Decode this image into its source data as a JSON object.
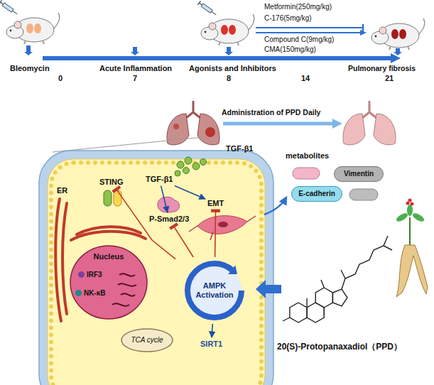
{
  "diagram": {
    "nodes": [
      {
        "text": [
          "Nucleus"
        ]
      },
      {
        "text": [
          "IRF3"
        ],
        "in": 0
      },
      {
        "text": [
          "NK-κB"
        ],
        "in": 0
      },
      {
        "text": [
          "TCA cycle"
        ]
      },
      {
        "text": [
          "AMPK Activation"
        ]
      },
      {
        "text": [
          "SIRT1"
        ]
      },
      {
        "text": [
          "STING"
        ]
      },
      {
        "text": [
          "P-Smad2/3"
        ]
      },
      {
        "text": [
          "EMT"
        ]
      },
      {
        "text": [
          "TGF-β1"
        ]
      },
      {
        "text": [
          "Vimentin"
        ]
      },
      {
        "text": [
          "E-cadherin"
        ]
      }
    ],
    "edges": [
      {
        "from": 9,
        "to": 7,
        "arrow": "to"
      },
      {
        "from": 9,
        "to": 8,
        "arrow": "to"
      },
      {
        "from": 4,
        "to": 5,
        "arrow": "to"
      },
      {
        "from": 4,
        "to": 6,
        "arrow": "to"
      },
      {
        "from": 4,
        "to": 7,
        "arrow": "to"
      },
      {
        "from": 4,
        "to": 8,
        "arrow": "to"
      }
    ],
    "labels": [
      "Metformin(250mg/kg)",
      "C-176(5mg/kg)",
      "Compound C(9mg/kg)",
      "CMA(150mg/kg)",
      "Bleomycin",
      "Acute Inflammation",
      "Agonists and Inhibitors",
      "Pulmonary fibrosis",
      "0",
      "7",
      "8",
      "14",
      "21",
      "Administration of PPD Daily",
      "TGF-β1",
      "ER",
      "metabolites",
      "20(S)-Protopanaxadiol（PPD）"
    ]
  }
}
